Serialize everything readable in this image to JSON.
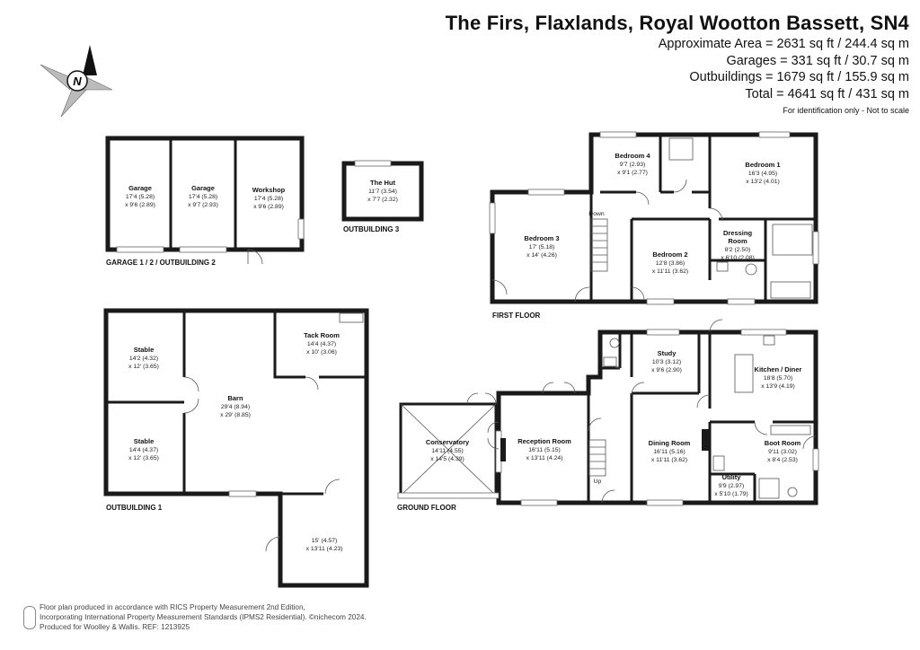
{
  "header": {
    "title": "The Firs, Flaxlands, Royal Wootton Bassett, SN4",
    "areas": [
      "Approximate Area = 2631 sq ft / 244.4 sq m",
      "Garages = 331 sq ft / 30.7 sq m",
      "Outbuildings = 1679 sq ft / 155.9 sq m",
      "Total = 4641 sq ft / 431 sq m"
    ],
    "disclaimer": "For identification only - Not to scale"
  },
  "compass": {
    "label": "N"
  },
  "floor_labels": {
    "garage": "GARAGE 1 / 2 / OUTBUILDING 2",
    "outbuilding3": "OUTBUILDING 3",
    "outbuilding1": "OUTBUILDING 1",
    "first": "FIRST FLOOR",
    "ground": "GROUND FLOOR"
  },
  "rooms": {
    "garage_a": {
      "name": "Garage",
      "dim1": "17'4 (5.28)",
      "dim2": "x 9'6 (2.89)"
    },
    "garage_b": {
      "name": "Garage",
      "dim1": "17'4 (5.28)",
      "dim2": "x 9'7 (2.93)"
    },
    "workshop": {
      "name": "Workshop",
      "dim1": "17'4 (5.28)",
      "dim2": "x 9'6 (2.89)"
    },
    "hut": {
      "name": "The Hut",
      "dim1": "11'7 (3.54)",
      "dim2": "x 7'7 (2.32)"
    },
    "stable_a": {
      "name": "Stable",
      "dim1": "14'2 (4.32)",
      "dim2": "x 12' (3.65)"
    },
    "stable_b": {
      "name": "Stable",
      "dim1": "14'4 (4.37)",
      "dim2": "x 12' (3.65)"
    },
    "tack": {
      "name": "Tack Room",
      "dim1": "14'4 (4.37)",
      "dim2": "x 10' (3.06)"
    },
    "barn": {
      "name": "Barn",
      "dim1": "29'4 (8.94)",
      "dim2": "x 29' (8.85)"
    },
    "store": {
      "dim1": "15' (4.57)",
      "dim2": "x 13'11 (4.23)"
    },
    "bedroom4": {
      "name": "Bedroom 4",
      "dim1": "9'7 (2.93)",
      "dim2": "x 9'1 (2.77)"
    },
    "bedroom1": {
      "name": "Bedroom 1",
      "dim1": "16'3 (4.95)",
      "dim2": "x 13'2 (4.01)"
    },
    "bedroom3": {
      "name": "Bedroom 3",
      "dim1": "17' (5.18)",
      "dim2": "x 14' (4.26)"
    },
    "bedroom2": {
      "name": "Bedroom 2",
      "dim1": "12'8 (3.86)",
      "dim2": "x 11'11 (3.62)"
    },
    "dressing": {
      "name1": "Dressing",
      "name2": "Room",
      "dim1": "8'2 (2.50)",
      "dim2": "x 6'10 (2.08)"
    },
    "study": {
      "name": "Study",
      "dim1": "10'3 (3.12)",
      "dim2": "x 9'6 (2.90)"
    },
    "kitchen": {
      "name": "Kitchen / Diner",
      "dim1": "18'8 (5.70)",
      "dim2": "x 13'9 (4.19)"
    },
    "conservatory": {
      "name": "Conservatory",
      "dim1": "14'11 (4.55)",
      "dim2": "x 14'5 (4.39)"
    },
    "reception": {
      "name": "Reception Room",
      "dim1": "16'11 (5.15)",
      "dim2": "x 13'11 (4.24)"
    },
    "dining": {
      "name": "Dining Room",
      "dim1": "16'11 (5.16)",
      "dim2": "x 11'11 (3.62)"
    },
    "boot": {
      "name": "Boot Room",
      "dim1": "9'11 (3.02)",
      "dim2": "x 8'4 (2.53)"
    },
    "utility": {
      "name": "Utility",
      "dim1": "9'9 (2.97)",
      "dim2": "x 5'10 (1.79)"
    }
  },
  "stair_labels": {
    "down": "Down",
    "up": "Up"
  },
  "footer": {
    "lines": [
      "Floor plan produced in accordance with RICS Property Measurement 2nd Edition,",
      "Incorporating International Property Measurement Standards (IPMS2 Residential).  ©nichecom 2024.",
      "Produced for Woolley & Wallis.   REF: 1213925"
    ]
  }
}
